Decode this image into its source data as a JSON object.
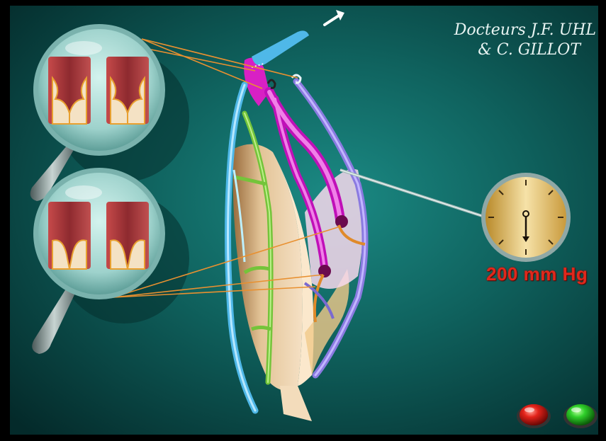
{
  "credits": {
    "line1": "Docteurs J.F. UHL",
    "line2": "& C. GILLOT"
  },
  "gauge": {
    "readout": "200 mm Hg",
    "readout_color": "#e0281c"
  },
  "colors": {
    "background": "#0f5b58",
    "superficial_vein": "#4fb8e8",
    "deep_vein": "#e020d0",
    "artery": "#8a7ae0",
    "tributary_vein": "#7ccc40",
    "guide_lines": "#e89030"
  },
  "icons": {
    "flow_arrow": "arrow-up-right-icon",
    "magnifier_top": "magnifier-icon",
    "magnifier_bottom": "magnifier-icon",
    "gauge": "pressure-gauge-icon",
    "red_button": "red-button-icon",
    "green_button": "green-button-icon"
  }
}
